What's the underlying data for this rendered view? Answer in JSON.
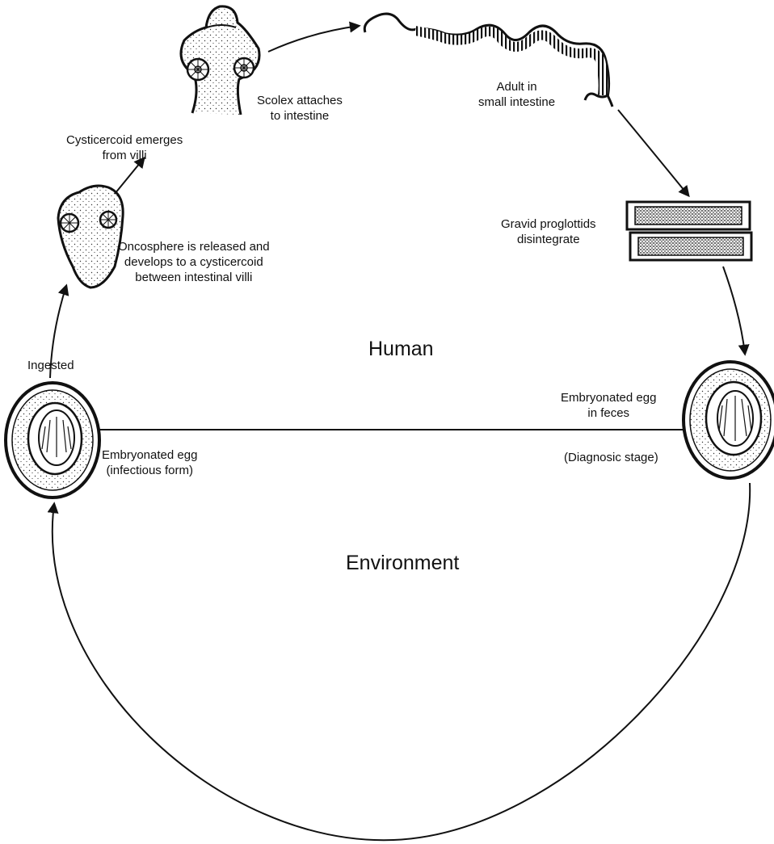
{
  "regions": {
    "human": "Human",
    "environment": "Environment"
  },
  "labels": {
    "scolex": [
      "Scolex attaches",
      "to intestine"
    ],
    "adult": [
      "Adult in",
      "small intestine"
    ],
    "cysticercoid": [
      "Cysticercoid emerges",
      "from villi"
    ],
    "gravid": [
      "Gravid proglottids",
      "disintegrate"
    ],
    "oncosphere": [
      "Oncosphere is released and",
      "develops to a cysticercoid",
      "between intestinal villi"
    ],
    "ingested": "Ingested",
    "egg_feces": [
      "Embryonated egg",
      "in feces"
    ],
    "egg_infectious": [
      "Embryonated egg",
      "(infectious form)"
    ],
    "diagnostic": "(Diagnosic stage)"
  },
  "stages": [
    {
      "id": "scolex",
      "icon": "scolex-icon"
    },
    {
      "id": "adult",
      "icon": "adult-worm-icon"
    },
    {
      "id": "gravid",
      "icon": "gravid-proglottids-icon"
    },
    {
      "id": "egg_feces",
      "icon": "egg-icon"
    },
    {
      "id": "egg_infectious",
      "icon": "egg-icon"
    },
    {
      "id": "ingested",
      "icon": "arrow-icon"
    },
    {
      "id": "oncosphere",
      "icon": "cysticercoid-icon"
    },
    {
      "id": "cysticercoid",
      "icon": "arrow-icon"
    }
  ],
  "colors": {
    "ink": "#111111",
    "background": "#ffffff"
  }
}
